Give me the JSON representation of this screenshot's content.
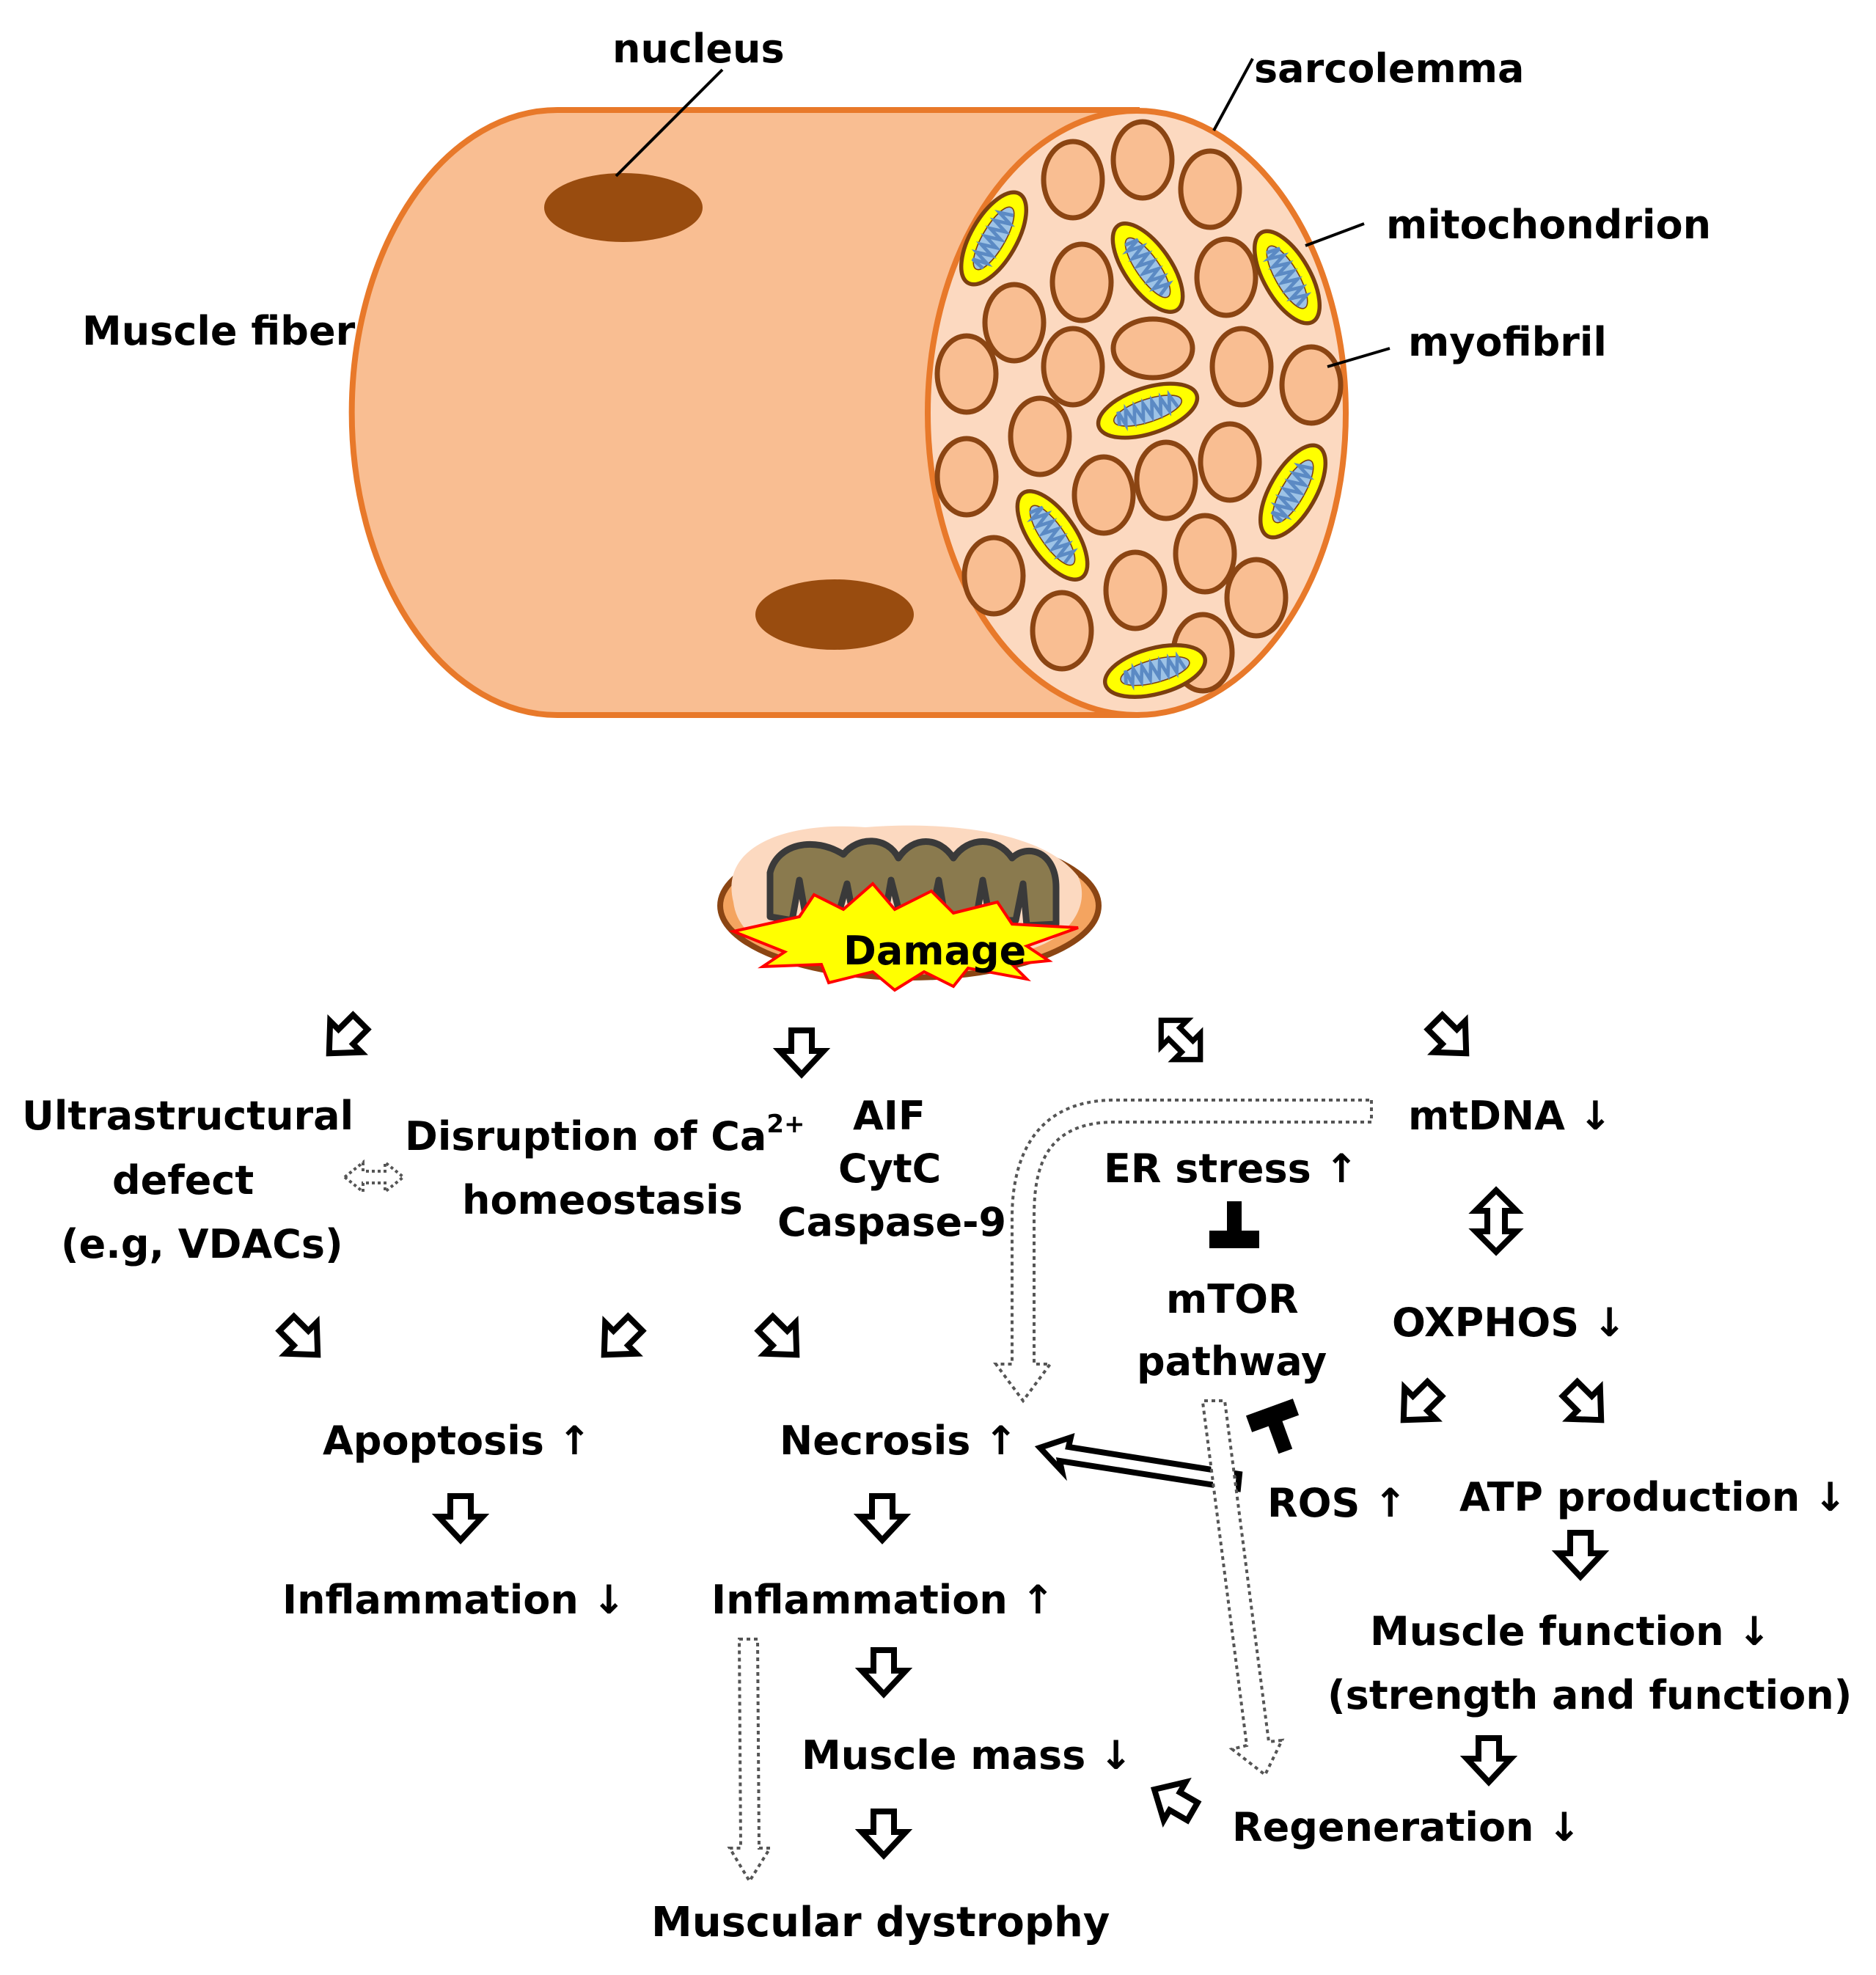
{
  "labels": {
    "nucleus": "nucleus",
    "sarcolemma": "sarcolemma",
    "mitochondrion": "mitochondrion",
    "myofibril": "myofibril",
    "muscle_fiber": "Muscle fiber"
  },
  "damage": "Damage",
  "flow": {
    "ultrastructural_1": "Ultrastructural",
    "ultrastructural_2": "defect",
    "ultrastructural_3": "(e.g, VDACs)",
    "disruption_1": "Disruption of Ca",
    "disruption_sup": "2+",
    "disruption_2": "homeostasis",
    "aif": "AIF",
    "cytc": "CytC",
    "caspase": "Caspase-9",
    "mtdna": "mtDNA ↓",
    "er_stress": "ER stress ↑",
    "mtor_1": "mTOR",
    "mtor_2": "pathway",
    "oxphos": "OXPHOS ↓",
    "apoptosis": "Apoptosis ↑",
    "necrosis": "Necrosis ↑",
    "ros": "ROS ↑",
    "atp": "ATP production ↓",
    "inflammation_down": "Inflammation ↓",
    "inflammation_up": "Inflammation ↑",
    "muscle_function_1": "Muscle function ↓",
    "muscle_function_2": "(strength and function)",
    "muscle_mass": "Muscle mass ↓",
    "regeneration": "Regeneration ↓",
    "muscular_dystrophy": "Muscular dystrophy"
  },
  "colors": {
    "fiber_fill": "#F9BE92",
    "fiber_stroke": "#E8792A",
    "cross_section_fill": "#FCD9C0",
    "myofibril_stroke": "#8B4513",
    "nucleus_fill": "#994C0F",
    "mito_outer": "#FFFF00",
    "mito_inner": "#9DC3E6",
    "mito_stroke": "#7B3F10",
    "cristae_fill": "#8A7A4E",
    "burst_fill": "#FFFF00",
    "burst_stroke": "#FF0000"
  }
}
